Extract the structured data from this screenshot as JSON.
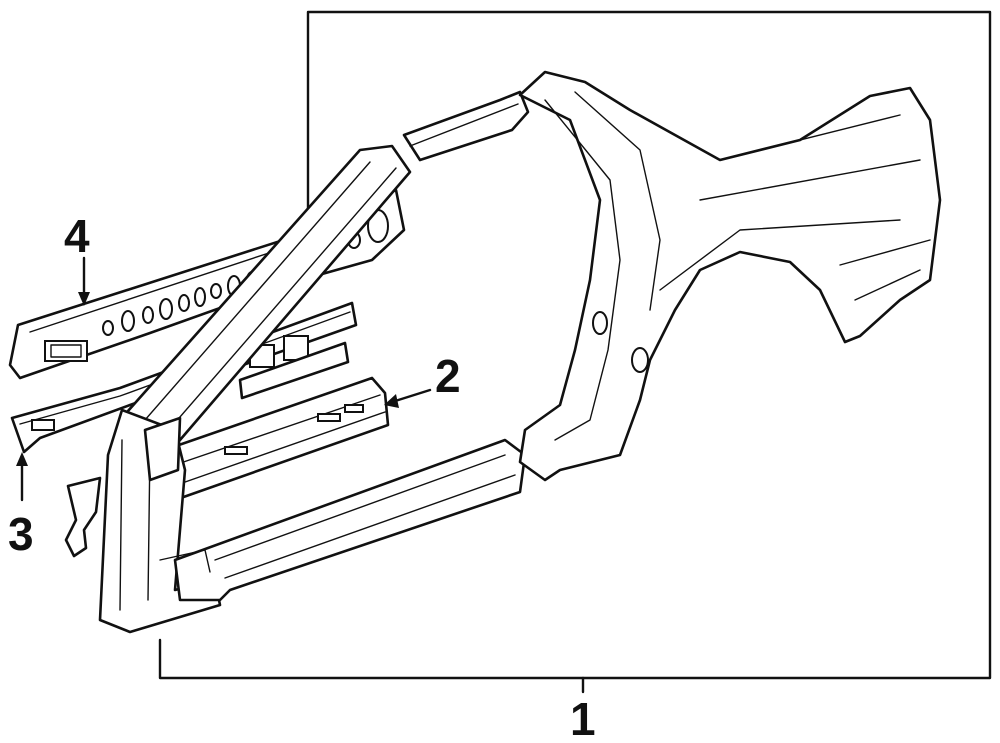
{
  "callouts": {
    "c1": "1",
    "c2": "2",
    "c3": "3",
    "c4": "4"
  },
  "colors": {
    "line": "#111111",
    "background": "#ffffff"
  }
}
